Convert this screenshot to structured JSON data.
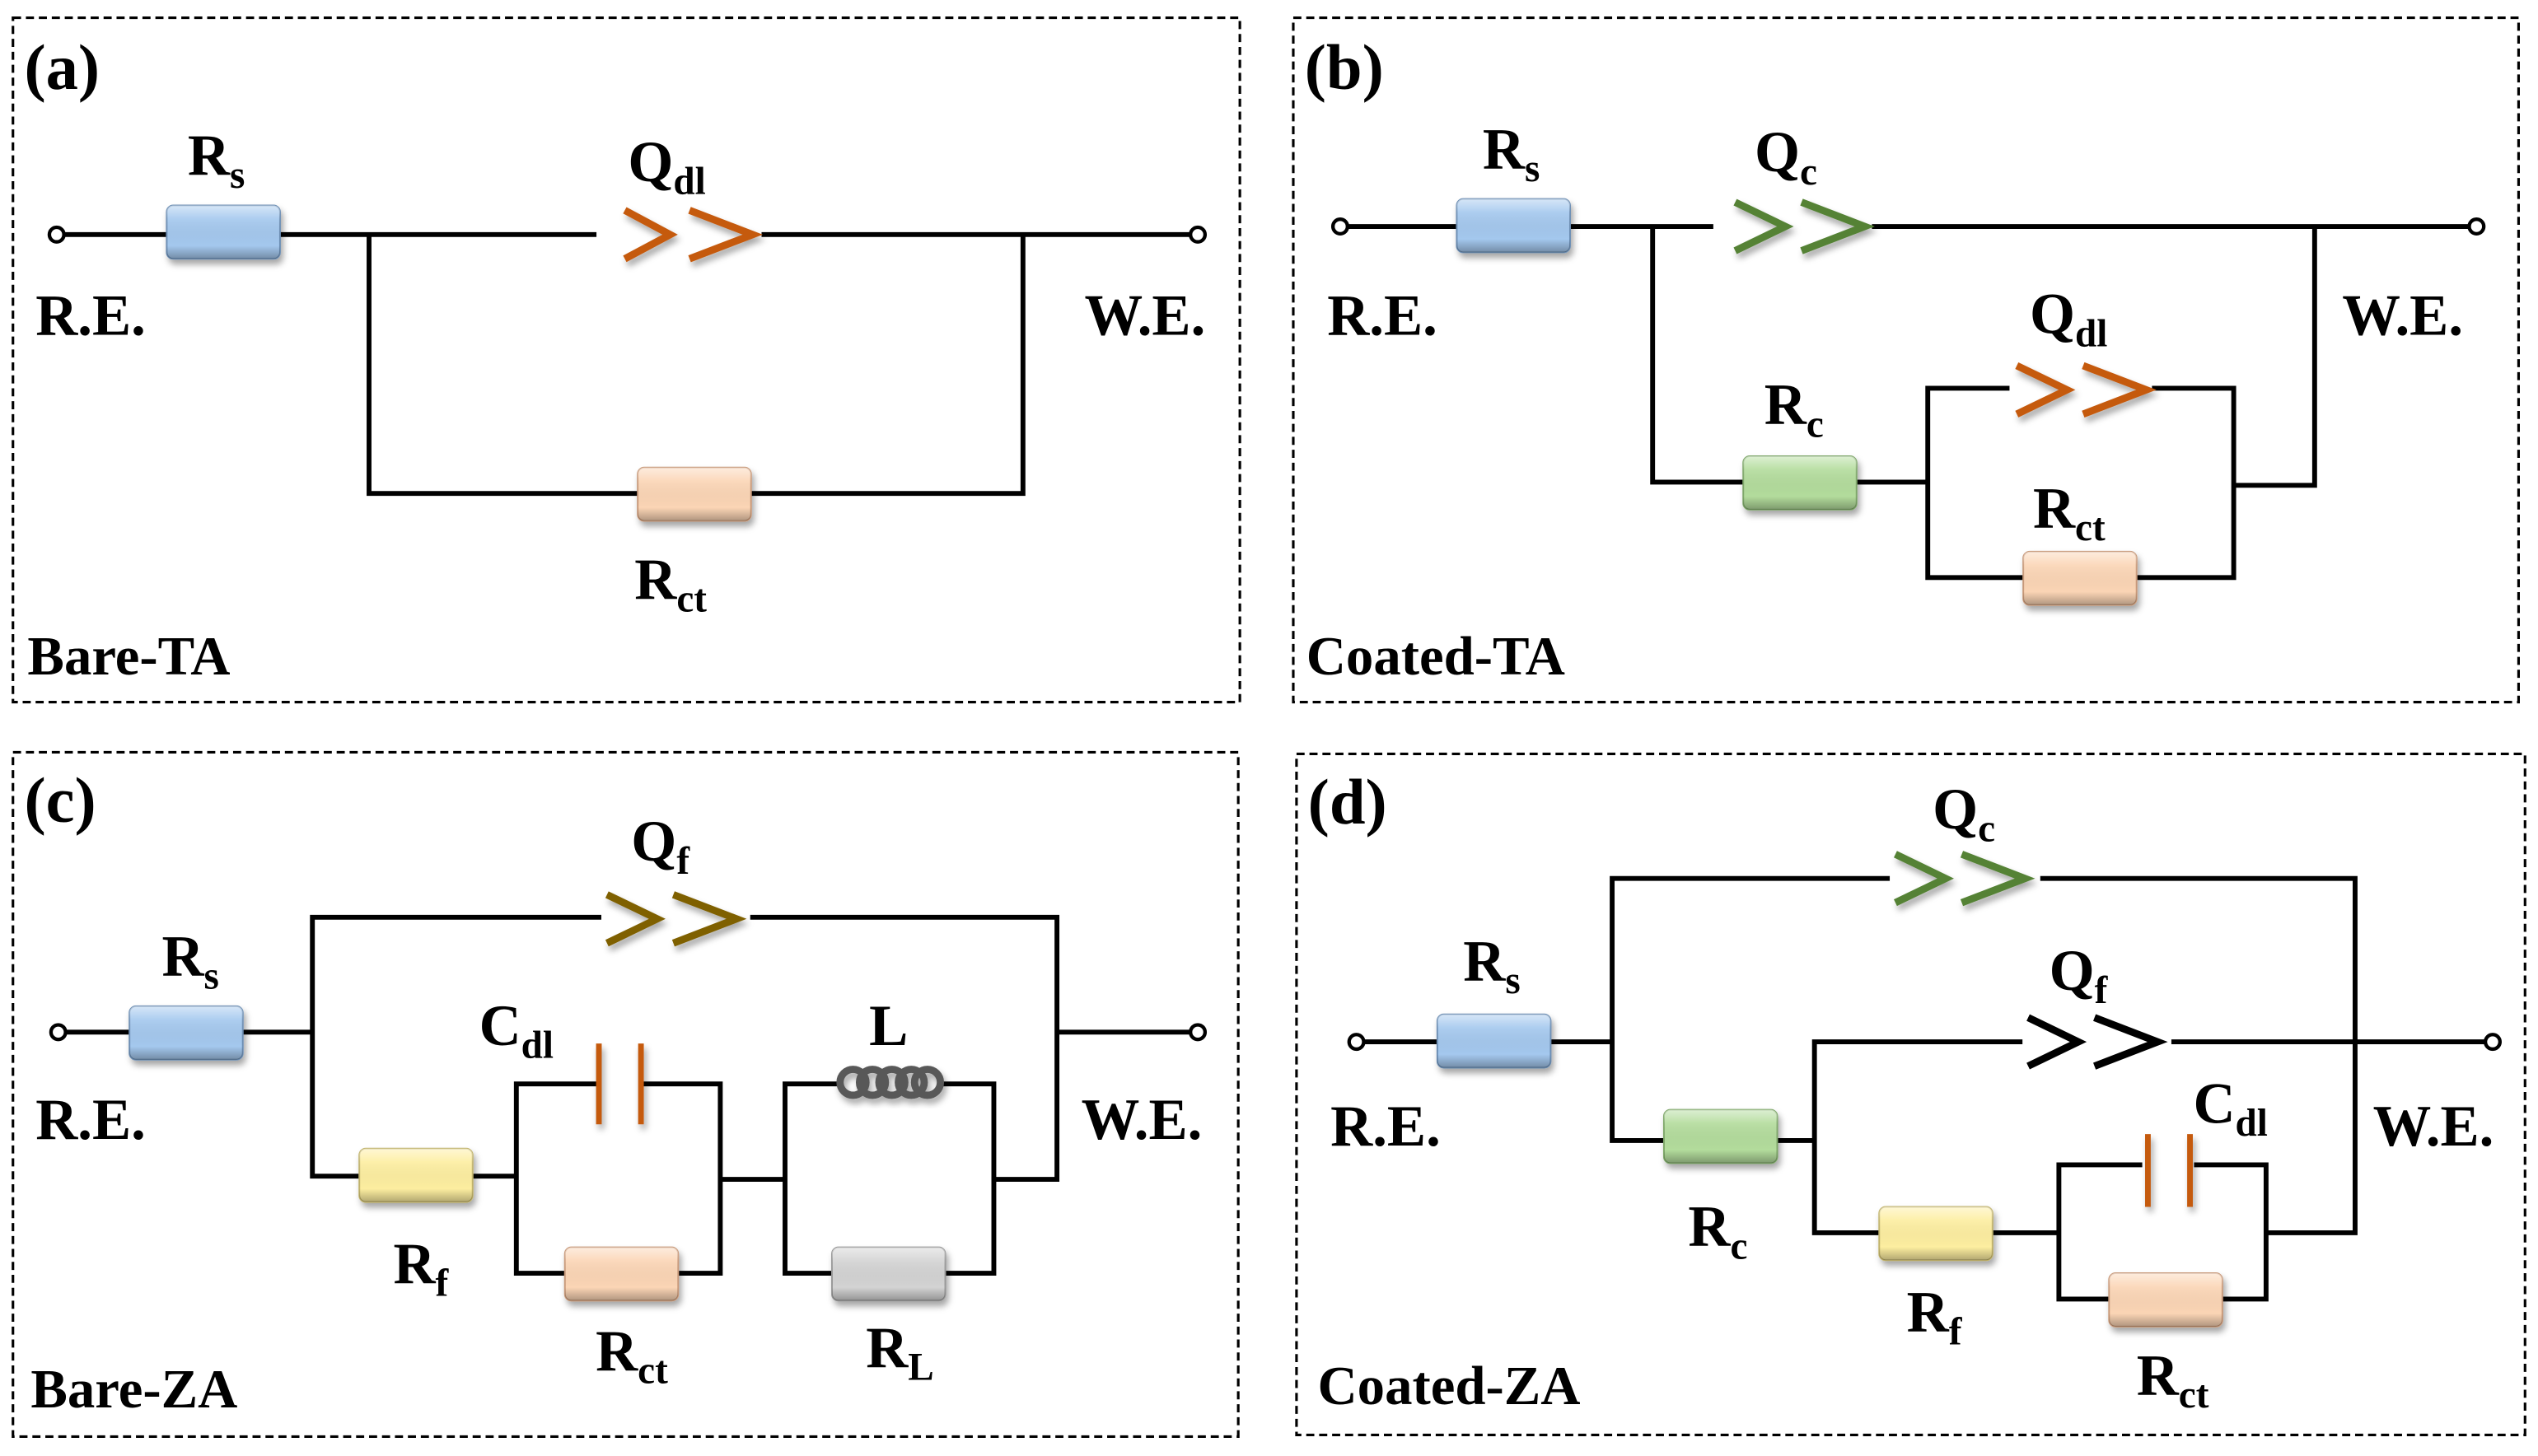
{
  "figure": {
    "description": "Equivalent electrical circuits for EIS fitting",
    "colors": {
      "Rs": "#a4c8ee",
      "Rct": "#fbd5b5",
      "Rc": "#b3dc9c",
      "Rf": "#fdeea0",
      "RL": "#d3d3d3",
      "Qdl": "#c55a11",
      "Qc": "#548235",
      "Qf_bare": "#7f6000",
      "Qf_coated": "#000000",
      "Cdl": "#c55a11",
      "L": "#595959",
      "wire": "#000000"
    },
    "terminals": {
      "left": "R.E.",
      "right": "W.E."
    },
    "panels": [
      {
        "id": "a",
        "letter": "(a)",
        "sample": "Bare-TA",
        "elements": [
          {
            "type": "resistor",
            "name": "R",
            "sub": "s"
          },
          {
            "type": "cpe",
            "name": "Q",
            "sub": "dl"
          },
          {
            "type": "resistor",
            "name": "R",
            "sub": "ct"
          }
        ]
      },
      {
        "id": "b",
        "letter": "(b)",
        "sample": "Coated-TA",
        "elements": [
          {
            "type": "resistor",
            "name": "R",
            "sub": "s"
          },
          {
            "type": "cpe",
            "name": "Q",
            "sub": "c"
          },
          {
            "type": "resistor",
            "name": "R",
            "sub": "c"
          },
          {
            "type": "cpe",
            "name": "Q",
            "sub": "dl"
          },
          {
            "type": "resistor",
            "name": "R",
            "sub": "ct"
          }
        ]
      },
      {
        "id": "c",
        "letter": "(c)",
        "sample": "Bare-ZA",
        "elements": [
          {
            "type": "resistor",
            "name": "R",
            "sub": "s"
          },
          {
            "type": "cpe",
            "name": "Q",
            "sub": "f"
          },
          {
            "type": "resistor",
            "name": "R",
            "sub": "f"
          },
          {
            "type": "capacitor",
            "name": "C",
            "sub": "dl"
          },
          {
            "type": "resistor",
            "name": "R",
            "sub": "ct"
          },
          {
            "type": "inductor",
            "name": "L",
            "sub": ""
          },
          {
            "type": "resistor",
            "name": "R",
            "sub": "L"
          }
        ]
      },
      {
        "id": "d",
        "letter": "(d)",
        "sample": "Coated-ZA",
        "elements": [
          {
            "type": "resistor",
            "name": "R",
            "sub": "s"
          },
          {
            "type": "cpe",
            "name": "Q",
            "sub": "c"
          },
          {
            "type": "resistor",
            "name": "R",
            "sub": "c"
          },
          {
            "type": "cpe",
            "name": "Q",
            "sub": "f"
          },
          {
            "type": "resistor",
            "name": "R",
            "sub": "f"
          },
          {
            "type": "capacitor",
            "name": "C",
            "sub": "dl"
          },
          {
            "type": "resistor",
            "name": "R",
            "sub": "ct"
          }
        ]
      }
    ]
  }
}
